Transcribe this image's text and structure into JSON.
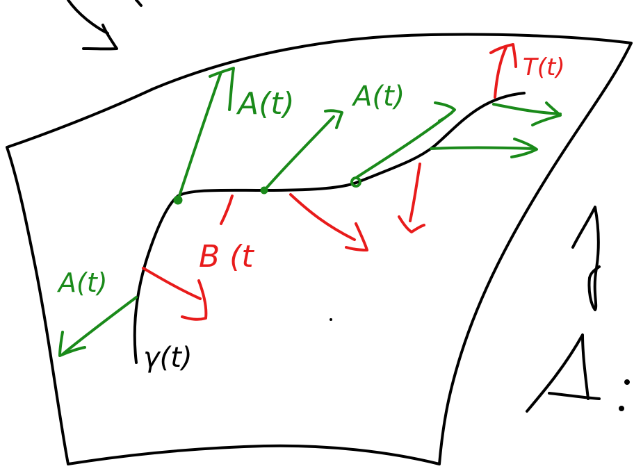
{
  "colors": {
    "background": "#ffffff",
    "surface": "#000000",
    "tangent_green": "#1a8a1a",
    "normal_red": "#e81b1b"
  },
  "labels": {
    "a_first": "A(t)",
    "a_second": "A(t)",
    "a_left": "A(t)",
    "b": "B (t",
    "t": "T(t)",
    "gamma": "γ(t)",
    "side_gamma": "γ",
    "side_a": "A :"
  }
}
